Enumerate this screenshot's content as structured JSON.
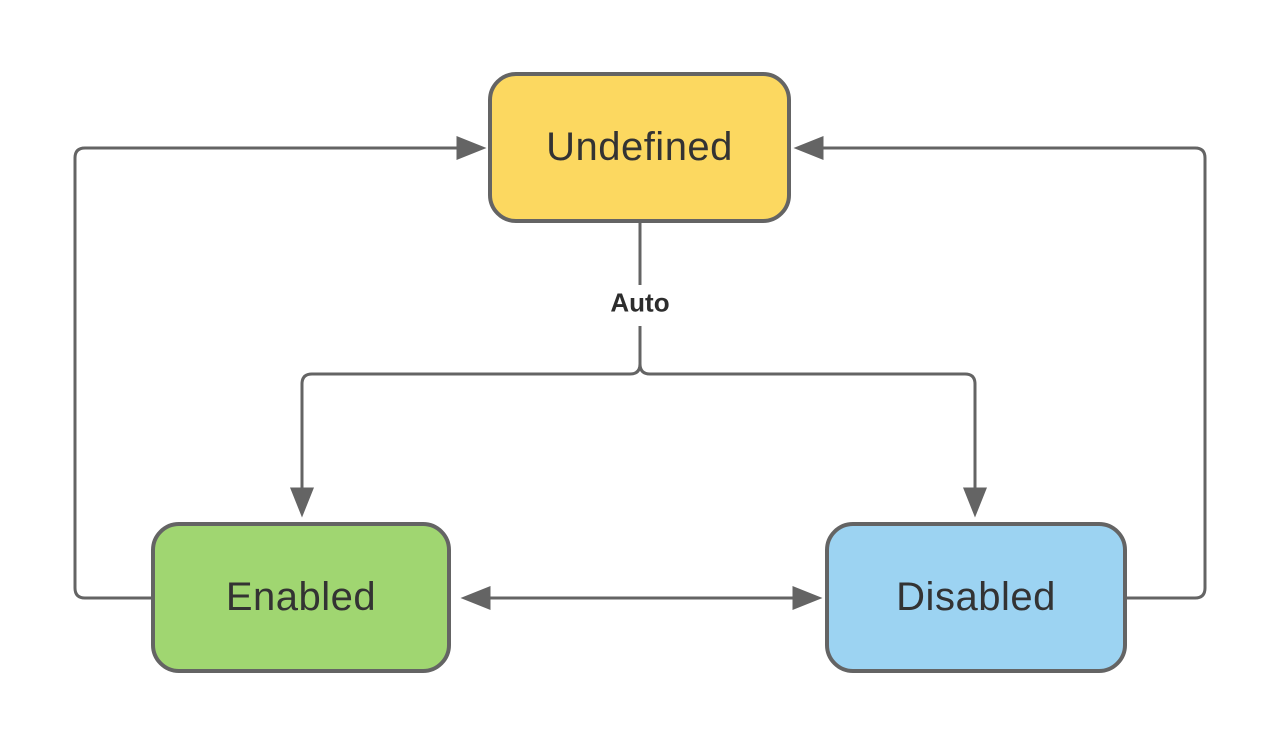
{
  "diagram": {
    "background": "#FFFFFF",
    "line_color": "#646464",
    "text_color": "#333333",
    "auto_label": "Auto",
    "nodes": [
      {
        "id": "undefined",
        "label": "Undefined",
        "fill": "#FCD860",
        "border": "#646464"
      },
      {
        "id": "enabled",
        "label": "Enabled",
        "fill": "#A0D671",
        "border": "#646464"
      },
      {
        "id": "disabled",
        "label": "Disabled",
        "fill": "#9CD3F2",
        "border": "#646464"
      }
    ],
    "edges": [
      {
        "from": "Enabled",
        "to": "Undefined",
        "type": "arrow",
        "label": ""
      },
      {
        "from": "Disabled",
        "to": "Undefined",
        "type": "arrow",
        "label": ""
      },
      {
        "from": "Undefined",
        "to": "Enabled",
        "type": "arrow",
        "label": "Auto"
      },
      {
        "from": "Undefined",
        "to": "Disabled",
        "type": "arrow",
        "label": "Auto"
      },
      {
        "from": "Enabled",
        "to": "Disabled",
        "type": "double-arrow",
        "label": ""
      }
    ]
  }
}
